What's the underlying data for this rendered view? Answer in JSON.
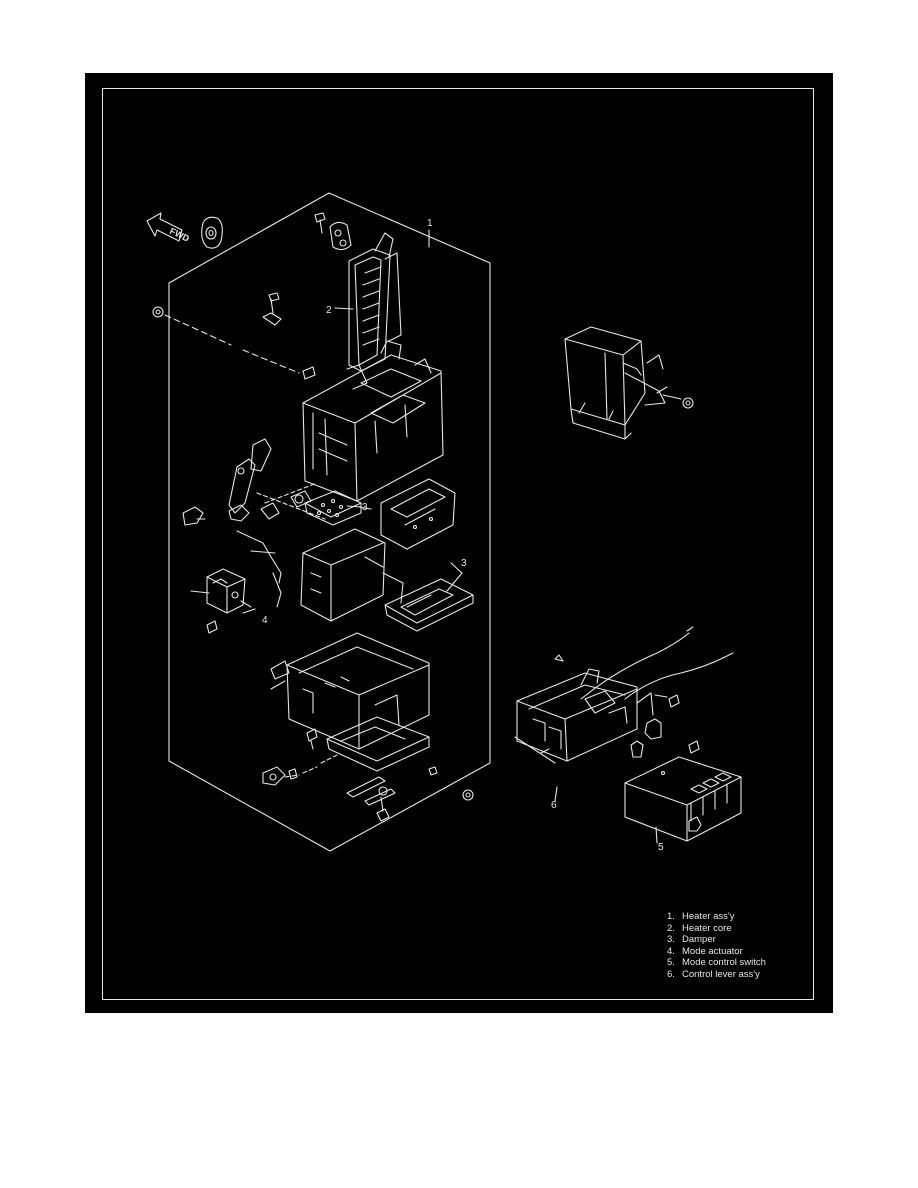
{
  "diagram": {
    "fwd_arrow_label": "FWD",
    "callouts": [
      {
        "id": "c1",
        "text": "1"
      },
      {
        "id": "c2",
        "text": "2"
      },
      {
        "id": "c3a",
        "text": "3"
      },
      {
        "id": "c3b",
        "text": "3"
      },
      {
        "id": "c4",
        "text": "4"
      },
      {
        "id": "c5",
        "text": "5"
      },
      {
        "id": "c6",
        "text": "6"
      }
    ]
  },
  "legend": {
    "items": [
      {
        "number": "1.",
        "label": "Heater ass'y"
      },
      {
        "number": "2.",
        "label": "Heater core"
      },
      {
        "number": "3.",
        "label": "Damper"
      },
      {
        "number": "4.",
        "label": "Mode actuator"
      },
      {
        "number": "5.",
        "label": "Mode control switch"
      },
      {
        "number": "6.",
        "label": "Control lever ass'y"
      }
    ]
  },
  "colors": {
    "background": "#000000",
    "line_art": "#e6e6e6",
    "page": "#ffffff"
  }
}
